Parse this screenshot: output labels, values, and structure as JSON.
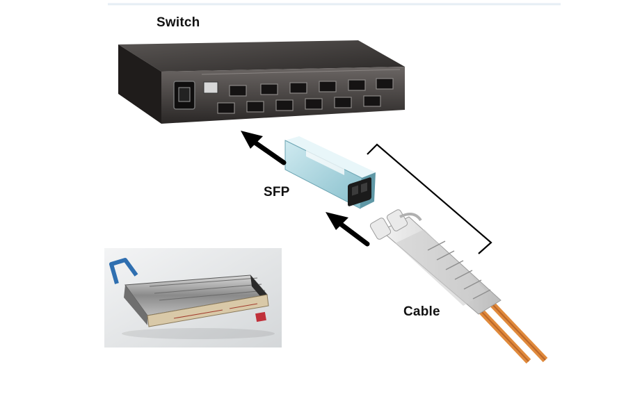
{
  "labels": {
    "switch": "Switch",
    "sfp": "SFP",
    "cable": "Cable"
  },
  "icons": {
    "switch": "network-switch-icon",
    "sfp": "sfp-transceiver-icon",
    "cable": "fiber-lc-cable-icon",
    "photo": "sfp-module-photo"
  },
  "colors": {
    "switch_body": "#3a3634",
    "sfp_body": "#a8d3dc",
    "cable_jacket": "#e08a3c",
    "connector": "#dcdcdc",
    "arrow": "#000000"
  }
}
